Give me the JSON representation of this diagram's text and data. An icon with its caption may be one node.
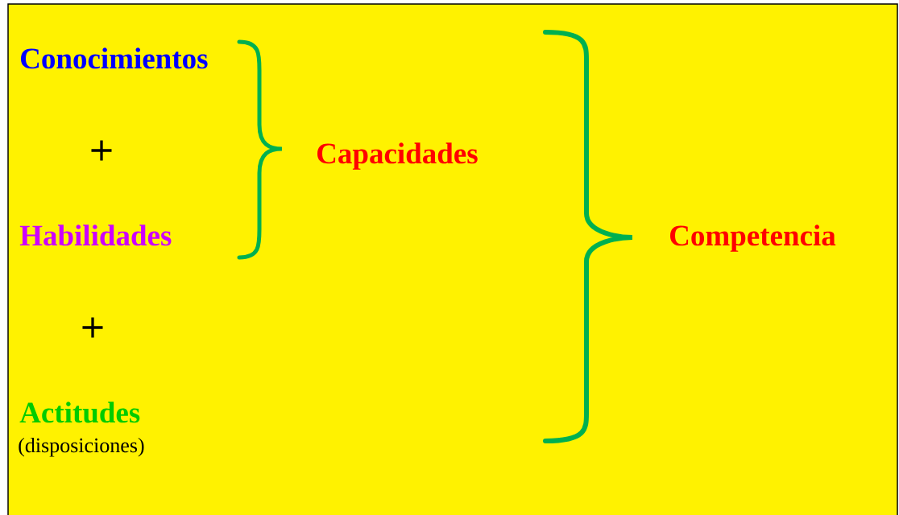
{
  "diagram": {
    "labels": [
      "Conocimientos",
      "+",
      "Habilidades",
      "+",
      "Actitudes",
      "(disposiciones)",
      "Capacidades",
      "Competencia"
    ]
  }
}
